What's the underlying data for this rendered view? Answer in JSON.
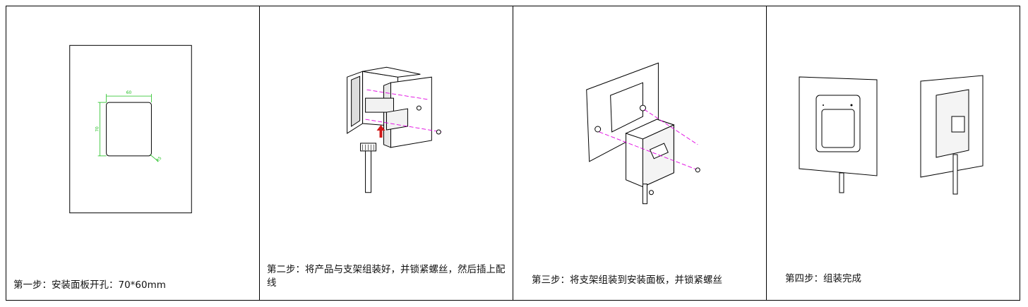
{
  "steps": [
    {
      "caption": "第一步：安装面板开孔：70*60mm",
      "dimensions": {
        "width_label": "60",
        "height_label": "70",
        "radius_label": "R5"
      }
    },
    {
      "caption": "第二步：将产品与支架组装好，并锁紧螺丝，然后插上配线"
    },
    {
      "caption": "第三步：将支架组装到安装面板，并锁紧螺丝"
    },
    {
      "caption": "第四步：组装完成"
    }
  ],
  "colors": {
    "line": "#000000",
    "dimension": "#1fbf1f",
    "axis": "#e100e1",
    "arrow": "#d11a1a"
  }
}
